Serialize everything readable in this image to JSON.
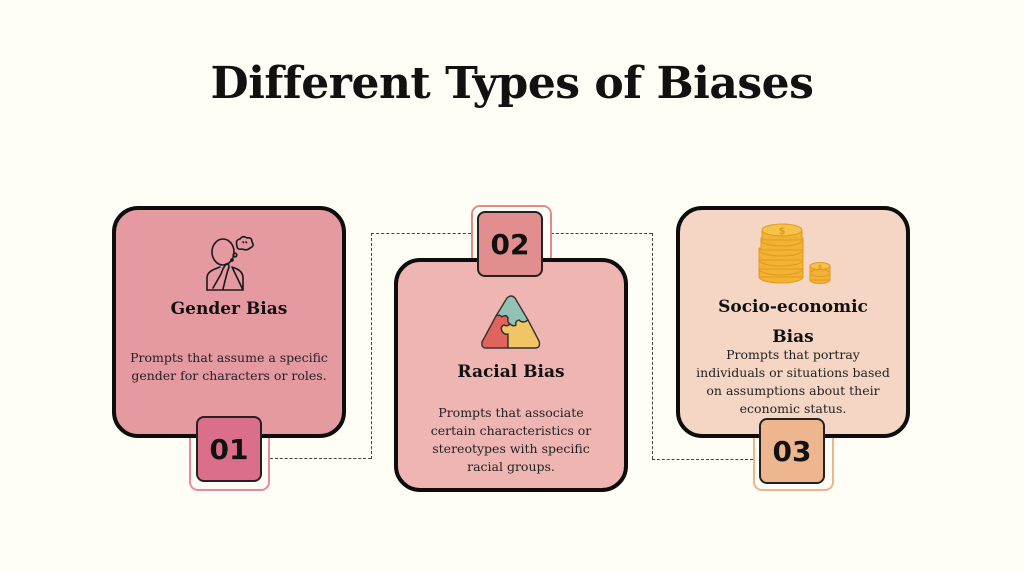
{
  "title": "Different Types of Biases",
  "colors": {
    "background": "#fefef6",
    "card1": "#e599a1",
    "card2": "#efb5b3",
    "card3": "#f5d6c5",
    "badge1": "#db6f8b",
    "badge2": "#e38e8e",
    "badge3": "#eeb68e",
    "border": "#0d0d0d"
  },
  "cards": [
    {
      "number": "01",
      "icon": "thinking-person-icon",
      "heading": "Gender Bias",
      "description": "Prompts that assume a specific gender for characters or roles."
    },
    {
      "number": "02",
      "icon": "puzzle-triangle-icon",
      "heading": "Racial Bias",
      "description": "Prompts that associate certain characteristics or stereotypes with specific racial groups."
    },
    {
      "number": "03",
      "icon": "coin-stack-icon",
      "heading": "Socio-economic Bias",
      "heading_line1": "Socio-economic",
      "heading_line2": "Bias",
      "description": "Prompts that portray individuals or situations based on assumptions about their economic status."
    }
  ]
}
